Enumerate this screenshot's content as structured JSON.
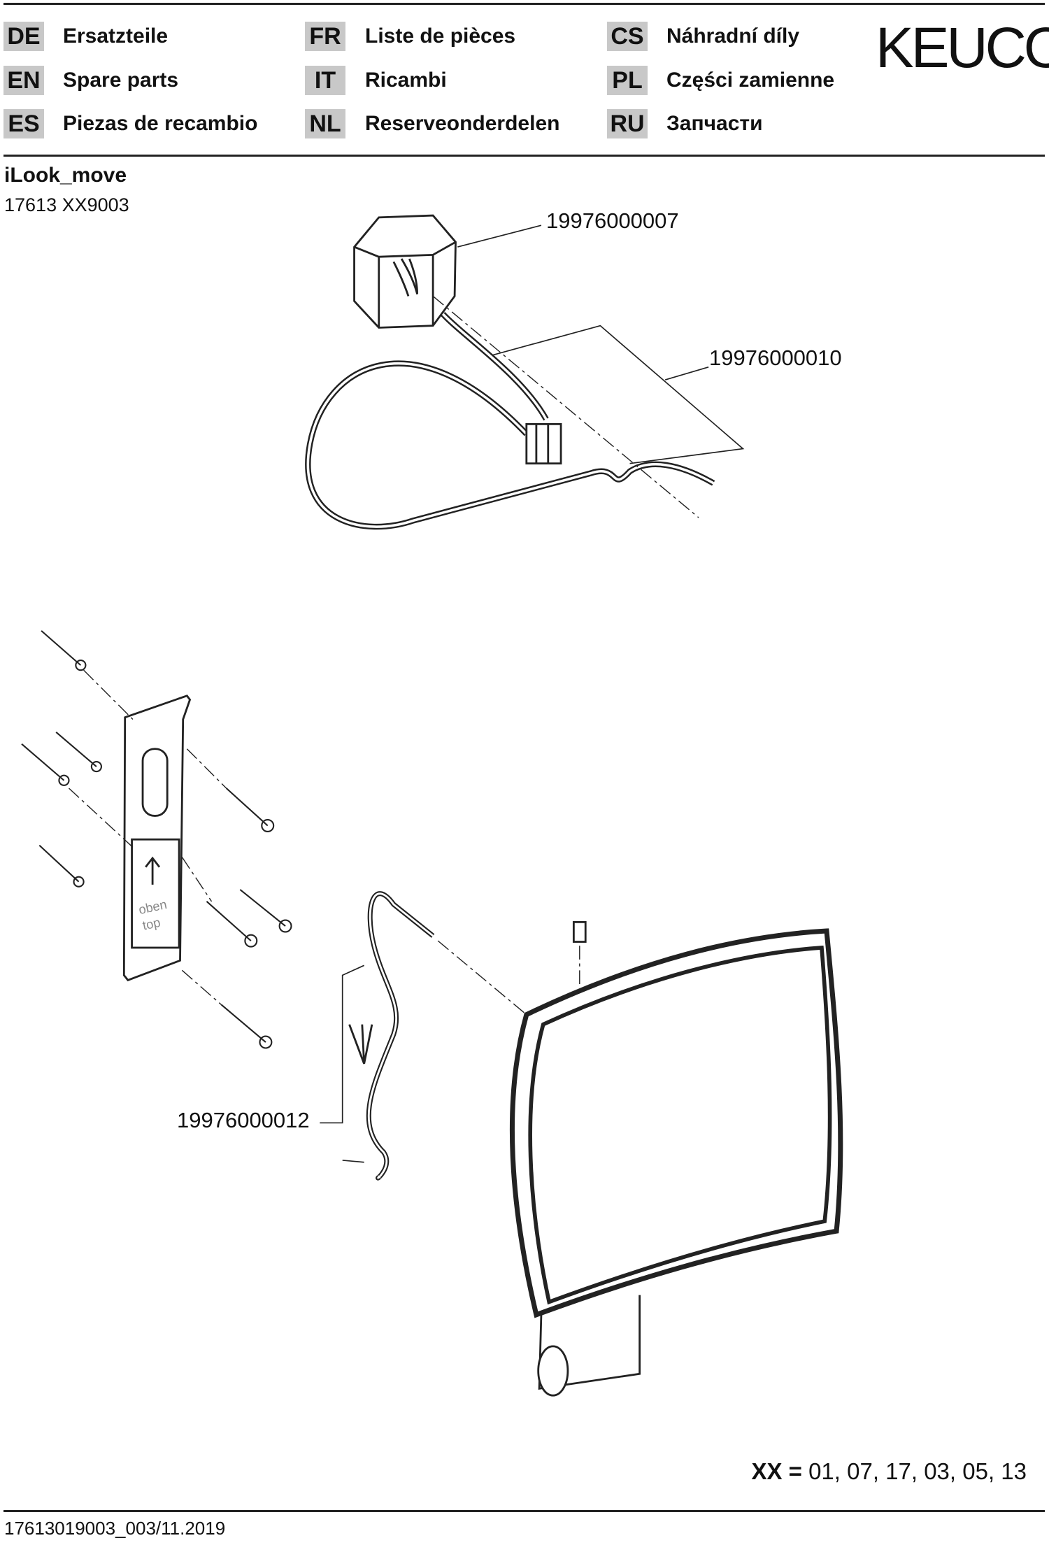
{
  "header": {
    "languages": [
      {
        "code": "DE",
        "label": "Ersatzteile"
      },
      {
        "code": "EN",
        "label": "Spare parts"
      },
      {
        "code": "ES",
        "label": "Piezas de recambio"
      },
      {
        "code": "FR",
        "label": "Liste de pièces"
      },
      {
        "code": "IT",
        "label": "Ricambi"
      },
      {
        "code": "NL",
        "label": "Reserveonderdelen"
      },
      {
        "code": "CS",
        "label": "Náhradní díly"
      },
      {
        "code": "PL",
        "label": "Części zamienne"
      },
      {
        "code": "RU",
        "label": "Запчасти"
      }
    ],
    "brand": "KEUCO"
  },
  "product": {
    "name": "iLook_move",
    "article": "17613 XX9003"
  },
  "parts": [
    {
      "number": "19976000007"
    },
    {
      "number": "19976000010"
    },
    {
      "number": "19976000012"
    }
  ],
  "variants": {
    "key": "XX =",
    "values": "01, 07, 17, 03, 05, 13"
  },
  "footer": {
    "doc_id": "17613019003_003/11.2019"
  }
}
